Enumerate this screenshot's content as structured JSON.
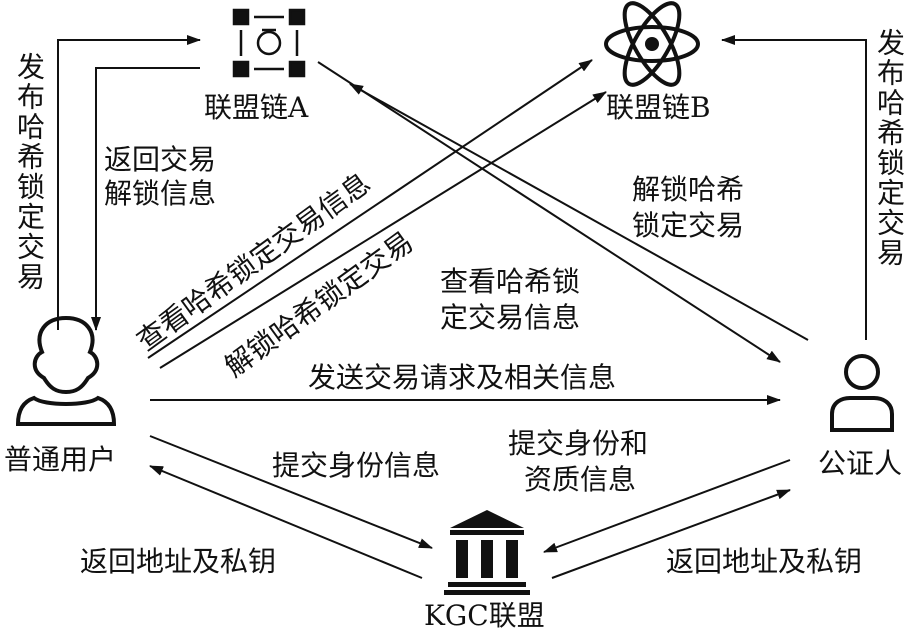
{
  "nodes": {
    "chain_a": "联盟链A",
    "chain_b": "联盟链B",
    "user": "普通用户",
    "notary": "公证人",
    "kgc": "KGC联盟"
  },
  "edges": {
    "user_publish_hash_lock": "发布哈希锁定交易",
    "notary_publish_hash_lock": "发布哈希锁定交易",
    "return_unlock_info_line1": "返回交易",
    "return_unlock_info_line2": "解锁信息",
    "view_hash_lock_info": "查看哈希锁定交易信息",
    "unlock_hash_lock": "解锁哈希锁定交易",
    "notary_unlock_line1": "解锁哈希",
    "notary_unlock_line2": "锁定交易",
    "notary_view_line1": "查看哈希锁",
    "notary_view_line2": "定交易信息",
    "send_request": "发送交易请求及相关信息",
    "user_submit_identity": "提交身份信息",
    "notary_submit_line1": "提交身份和",
    "notary_submit_line2": "资质信息",
    "return_address_left": "返回地址及私钥",
    "return_address_right": "返回地址及私钥"
  },
  "colors": {
    "ink": "#111111",
    "background": "#ffffff"
  }
}
